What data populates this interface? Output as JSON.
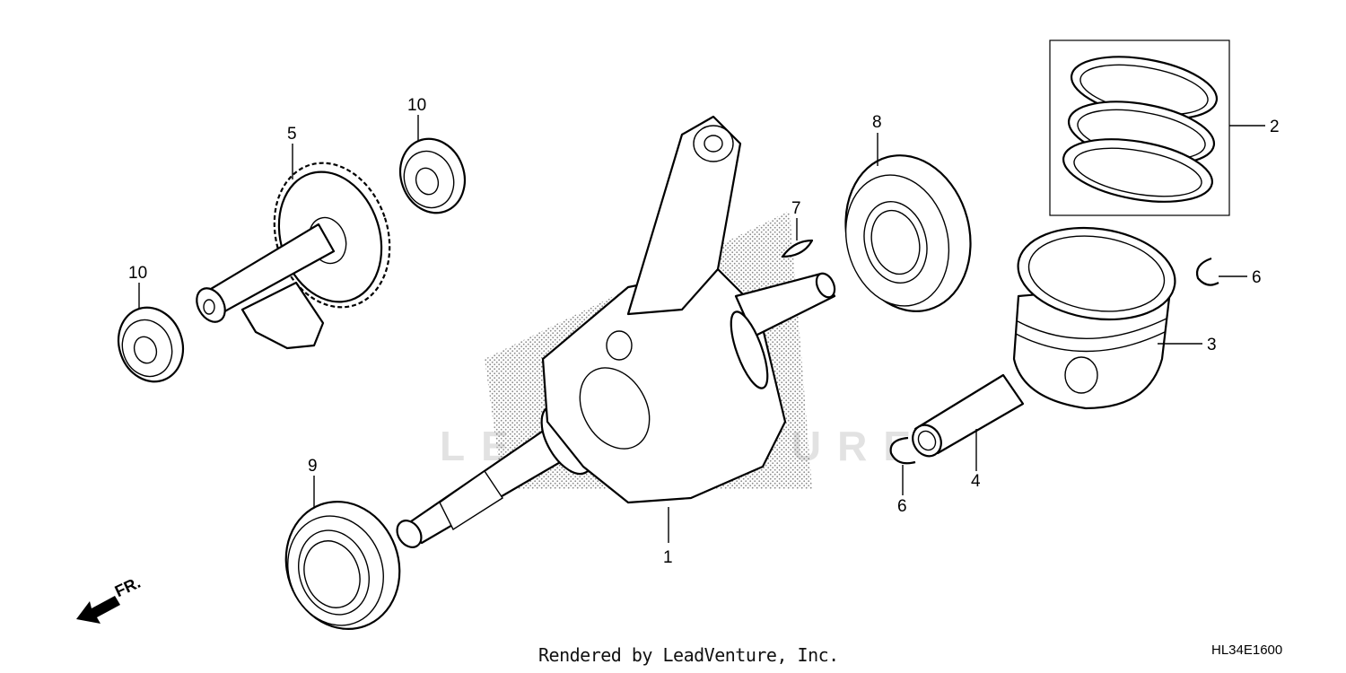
{
  "diagram": {
    "watermark": "LEADVENTURE",
    "direction_label": "FR.",
    "credit": "Rendered by LeadVenture, Inc.",
    "diagram_code": "HL34E1600",
    "callouts": {
      "crankshaft": "1",
      "piston_rings": "2",
      "piston": "3",
      "piston_pin": "4",
      "balancer_shaft": "5",
      "clip_right": "6",
      "clip_left": "6",
      "woodruff_key": "7",
      "bearing_right": "8",
      "bearing_left_large": "9",
      "bearing_top": "10",
      "bearing_left_small": "10"
    }
  }
}
